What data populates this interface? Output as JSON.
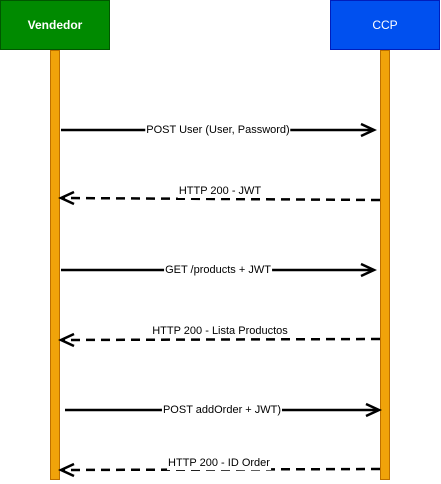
{
  "actors": {
    "left": "Vendedor",
    "right": "CCP"
  },
  "messages": [
    {
      "label": "POST User (User, Password)",
      "direction": "right",
      "style": "solid"
    },
    {
      "label": "HTTP 200 - JWT",
      "direction": "left",
      "style": "dashed"
    },
    {
      "label": "GET /products + JWT",
      "direction": "right",
      "style": "solid"
    },
    {
      "label": "HTTP 200 - Lista Productos",
      "direction": "left",
      "style": "dashed"
    },
    {
      "label": "POST addOrder + JWT)",
      "direction": "right",
      "style": "solid"
    },
    {
      "label": "HTTP 200 - ID Order",
      "direction": "left",
      "style": "dashed"
    }
  ],
  "colors": {
    "actor_left_fill": "#008a00",
    "actor_right_fill": "#0050ef",
    "lifeline_fill": "#f0a30a"
  }
}
